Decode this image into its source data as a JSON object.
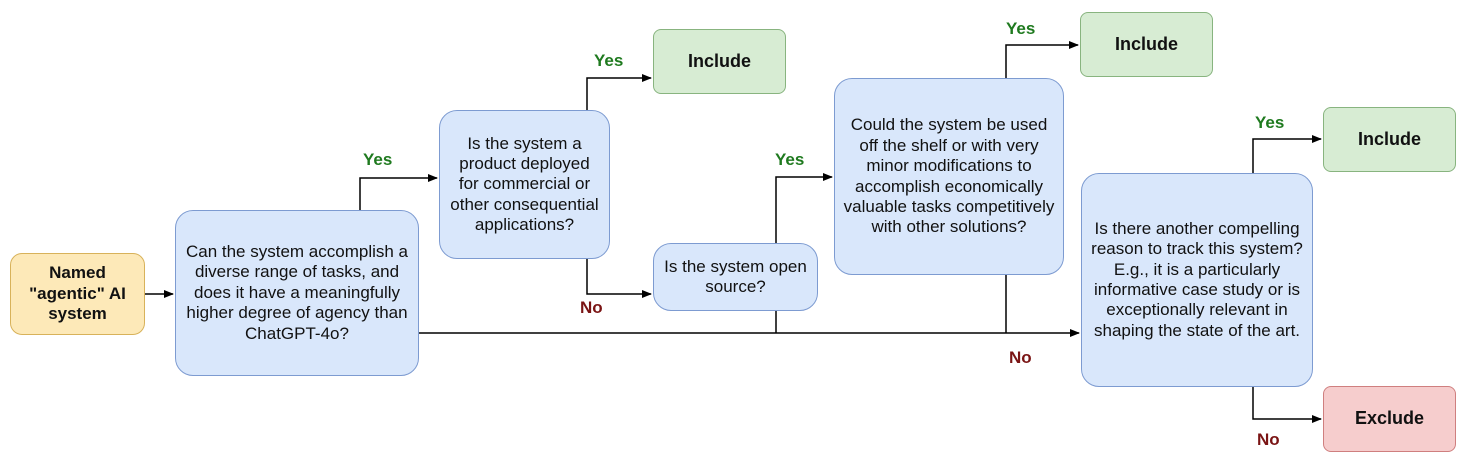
{
  "nodes": {
    "start": "Named \"agentic\" AI system",
    "q_diverse": "Can the system accomplish a diverse range of tasks, and does it have a meaningfully higher degree of agency than ChatGPT-4o?",
    "q_product": "Is the system a product deployed for commercial or other consequential applications?",
    "q_open_source": "Is the system open source?",
    "q_off_shelf": "Could the system be used off the shelf or with very minor modifications to accomplish economically valuable tasks competitively with other solutions?",
    "q_compelling": "Is there another compelling reason to track this system? E.g., it is a particularly informative case study or is exceptionally relevant in shaping the state of the art.",
    "include_1": "Include",
    "include_2": "Include",
    "include_3": "Include",
    "exclude": "Exclude"
  },
  "edge_labels": {
    "diverse_yes": "Yes",
    "product_yes": "Yes",
    "product_no": "No",
    "open_yes": "Yes",
    "offshelf_yes": "Yes",
    "main_no": "No",
    "compelling_yes": "Yes",
    "compelling_no": "No"
  },
  "colors": {
    "start_fill": "#fde9b8",
    "question_fill": "#d9e7fb",
    "include_fill": "#d7ecd3",
    "exclude_fill": "#f6cdcd",
    "yes_label": "#1f7a1f",
    "no_label": "#7a1414"
  }
}
